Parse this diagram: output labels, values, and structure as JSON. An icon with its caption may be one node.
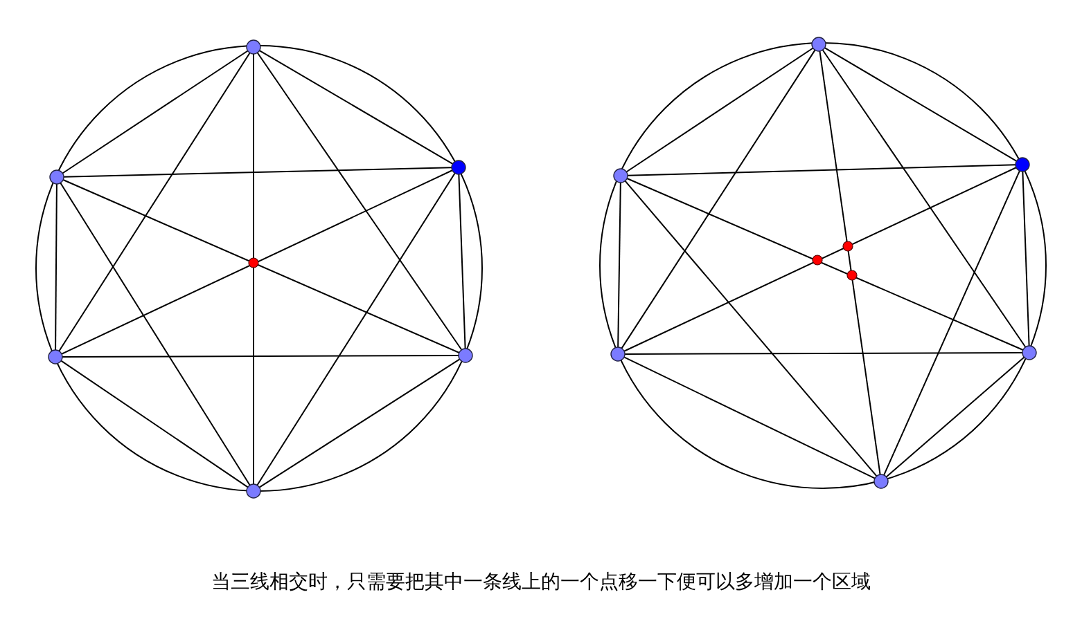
{
  "diagram": {
    "caption": "当三线相交时，只需要把其中一条线上的一个点移一下便可以多增加一个区域",
    "nodes": [
      {
        "text": [],
        "shape": "circle"
      },
      {
        "text": [],
        "shape": "circle"
      },
      {
        "text": [],
        "shape": "circle"
      },
      {
        "text": [],
        "shape": "circle"
      },
      {
        "text": [],
        "shape": "circle"
      },
      {
        "text": [],
        "shape": "circle"
      },
      {
        "text": [],
        "shape": "circle"
      },
      {
        "text": [],
        "shape": "circle"
      },
      {
        "text": [],
        "shape": "circle"
      },
      {
        "text": [],
        "shape": "circle"
      },
      {
        "text": [],
        "shape": "circle"
      },
      {
        "text": [],
        "shape": "circle"
      }
    ],
    "edges": [
      {
        "from": 0,
        "to": 1,
        "arrow": "none"
      },
      {
        "from": 0,
        "to": 2,
        "arrow": "none"
      },
      {
        "from": 0,
        "to": 3,
        "arrow": "none"
      },
      {
        "from": 0,
        "to": 4,
        "arrow": "none"
      },
      {
        "from": 0,
        "to": 5,
        "arrow": "none"
      },
      {
        "from": 1,
        "to": 2,
        "arrow": "none"
      },
      {
        "from": 1,
        "to": 3,
        "arrow": "none"
      },
      {
        "from": 1,
        "to": 4,
        "arrow": "none"
      },
      {
        "from": 1,
        "to": 5,
        "arrow": "none"
      },
      {
        "from": 2,
        "to": 3,
        "arrow": "none"
      },
      {
        "from": 2,
        "to": 4,
        "arrow": "none"
      },
      {
        "from": 2,
        "to": 5,
        "arrow": "none"
      },
      {
        "from": 3,
        "to": 4,
        "arrow": "none"
      },
      {
        "from": 3,
        "to": 5,
        "arrow": "none"
      },
      {
        "from": 4,
        "to": 5,
        "arrow": "none"
      },
      {
        "from": 6,
        "to": 7,
        "arrow": "none"
      },
      {
        "from": 6,
        "to": 8,
        "arrow": "none"
      },
      {
        "from": 6,
        "to": 9,
        "arrow": "none"
      },
      {
        "from": 6,
        "to": 10,
        "arrow": "none"
      },
      {
        "from": 6,
        "to": 11,
        "arrow": "none"
      },
      {
        "from": 7,
        "to": 8,
        "arrow": "none"
      },
      {
        "from": 7,
        "to": 9,
        "arrow": "none"
      },
      {
        "from": 7,
        "to": 10,
        "arrow": "none"
      },
      {
        "from": 7,
        "to": 11,
        "arrow": "none"
      },
      {
        "from": 8,
        "to": 9,
        "arrow": "none"
      },
      {
        "from": 8,
        "to": 10,
        "arrow": "none"
      },
      {
        "from": 8,
        "to": 11,
        "arrow": "none"
      },
      {
        "from": 9,
        "to": 10,
        "arrow": "none"
      },
      {
        "from": 9,
        "to": 11,
        "arrow": "none"
      },
      {
        "from": 10,
        "to": 11,
        "arrow": "none"
      }
    ]
  }
}
